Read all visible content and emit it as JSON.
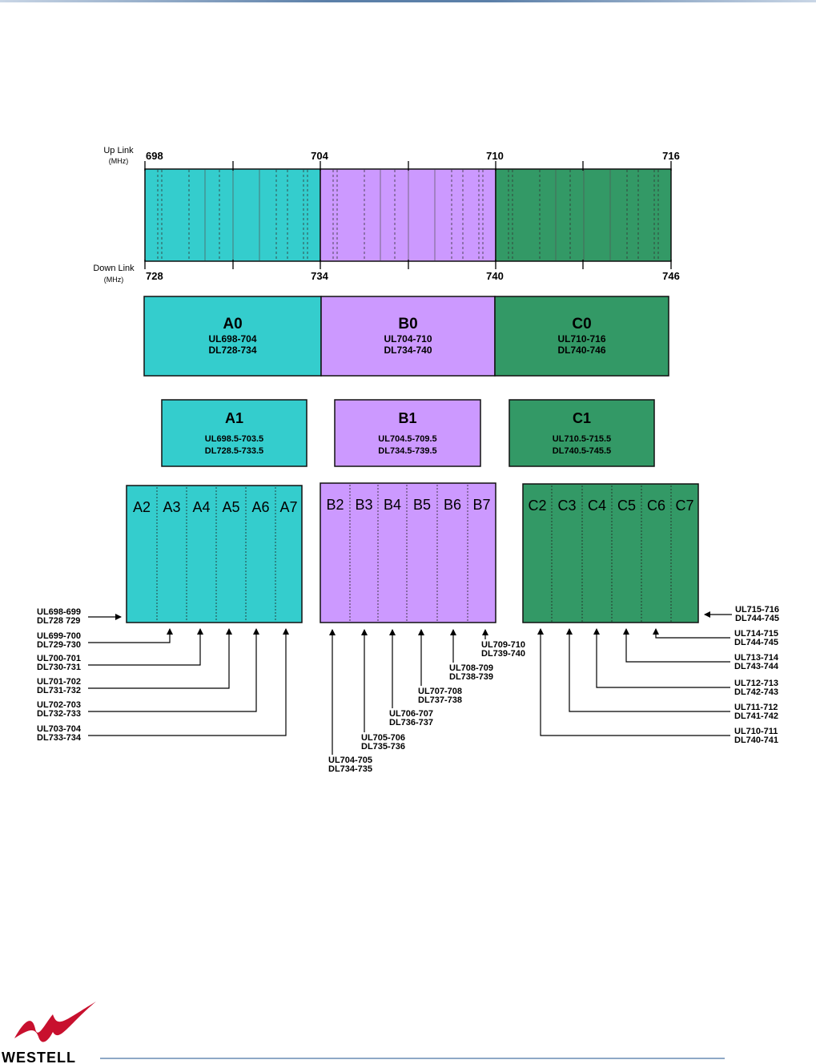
{
  "axis": {
    "up_label": "Up Link",
    "down_label": "Down Link",
    "unit": "(MHz)",
    "up_ticks": [
      "698",
      "704",
      "710",
      "716"
    ],
    "down_ticks": [
      "728",
      "734",
      "740",
      "746"
    ]
  },
  "colors": {
    "a": "#34cdcd",
    "b": "#cc99ff",
    "c": "#339966",
    "outline": "#111111"
  },
  "blocks0": [
    {
      "name": "A0",
      "ul": "UL698-704",
      "dl": "DL728-734",
      "color": "#34cdcd"
    },
    {
      "name": "B0",
      "ul": "UL704-710",
      "dl": "DL734-740",
      "color": "#cc99ff"
    },
    {
      "name": "C0",
      "ul": "UL710-716",
      "dl": "DL740-746",
      "color": "#339966"
    }
  ],
  "blocks1": [
    {
      "name": "A1",
      "ul": "UL698.5-703.5",
      "dl": "DL728.5-733.5",
      "color": "#34cdcd"
    },
    {
      "name": "B1",
      "ul": "UL704.5-709.5",
      "dl": "DL734.5-739.5",
      "color": "#cc99ff"
    },
    {
      "name": "C1",
      "ul": "UL710.5-715.5",
      "dl": "DL740.5-745.5",
      "color": "#339966"
    }
  ],
  "groups": [
    {
      "key": "a",
      "color": "#34cdcd",
      "subs": [
        "A2",
        "A3",
        "A4",
        "A5",
        "A6",
        "A7"
      ]
    },
    {
      "key": "b",
      "color": "#cc99ff",
      "subs": [
        "B2",
        "B3",
        "B4",
        "B5",
        "B6",
        "B7"
      ]
    },
    {
      "key": "c",
      "color": "#339966",
      "subs": [
        "C2",
        "C3",
        "C4",
        "C5",
        "C6",
        "C7"
      ]
    }
  ],
  "callouts": {
    "a": [
      [
        "UL698-699",
        "DL728 729"
      ],
      [
        "UL699-700",
        "DL729-730"
      ],
      [
        "UL700-701",
        "DL730-731"
      ],
      [
        "UL701-702",
        "DL731-732"
      ],
      [
        "UL702-703",
        "DL732-733"
      ],
      [
        "UL703-704",
        "DL733-734"
      ]
    ],
    "b": [
      [
        "UL704-705",
        "DL734-735"
      ],
      [
        "UL705-706",
        "DL735-736"
      ],
      [
        "UL706-707",
        "DL736-737"
      ],
      [
        "UL707-708",
        "DL737-738"
      ],
      [
        "UL708-709",
        "DL738-739"
      ],
      [
        "UL709-710",
        "DL739-740"
      ]
    ],
    "c": [
      [
        "UL710-711",
        "DL740-741"
      ],
      [
        "UL711-712",
        "DL741-742"
      ],
      [
        "UL712-713",
        "DL742-743"
      ],
      [
        "UL713-714",
        "DL743-744"
      ],
      [
        "UL714-715",
        "DL744-745"
      ],
      [
        "UL715-716",
        "DL744-745"
      ]
    ]
  },
  "footer": {
    "brand": "WESTELL"
  }
}
